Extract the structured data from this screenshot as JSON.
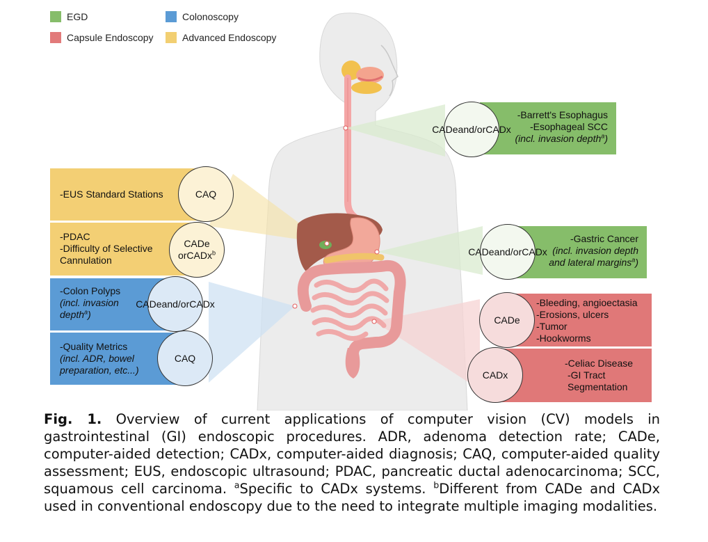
{
  "legend": [
    {
      "label": "EGD",
      "color": "#86bd6a"
    },
    {
      "label": "Colonoscopy",
      "color": "#5b9bd5"
    },
    {
      "label": "Capsule Endoscopy",
      "color": "#e27a7a"
    },
    {
      "label": "Advanced Endoscopy",
      "color": "#f2cf72"
    }
  ],
  "colors": {
    "egd": "#86bd6a",
    "colonoscopy": "#5b9bd5",
    "capsule": "#e07878",
    "advanced": "#f3cf74",
    "body": "#ebebeb"
  },
  "panels": {
    "esophagus": {
      "circle": [
        "CADe",
        "and/or",
        "CADx"
      ],
      "items": [
        "-Barrett's Esophagus",
        "-Esophageal SCC",
        "(incl. invasion depth",
        "a",
        ")"
      ]
    },
    "gastric": {
      "circle": [
        "CADe",
        "and/or",
        "CADx"
      ],
      "items": [
        "-Gastric Cancer",
        "(incl. invasion depth",
        "and lateral margins",
        "a",
        ")"
      ]
    },
    "eus": {
      "circle": "CAQ",
      "items": [
        "-EUS Standard Stations"
      ]
    },
    "pdac": {
      "circle": [
        "CADe or",
        "CADx",
        "b"
      ],
      "items": [
        "-PDAC",
        "-Difficulty of Selective",
        "Cannulation"
      ]
    },
    "polyps": {
      "circle": [
        "CADe",
        "and/or",
        "CADx"
      ],
      "items": [
        "-Colon Polyps",
        "(incl. invasion",
        "depth",
        "a",
        ")"
      ]
    },
    "quality": {
      "circle": "CAQ",
      "items": [
        "-Quality Metrics",
        "(incl. ADR, bowel",
        "preparation, etc...)"
      ]
    },
    "capsule_cade": {
      "circle": "CADe",
      "items": [
        "-Bleeding, angioectasia",
        "-Erosions, ulcers",
        "-Tumor",
        "-Hookworms"
      ]
    },
    "capsule_cadx": {
      "circle": "CADx",
      "items": [
        "-Celiac Disease",
        "-GI Tract",
        "Segmentation"
      ]
    }
  },
  "caption": {
    "label": "Fig. 1.",
    "text": "Overview of current applications of computer vision (CV) models in gastrointestinal (GI) endoscopic procedures. ADR, adenoma detection rate; CADe, computer-aided detection; CADx, computer-aided diagnosis; CAQ, computer-aided quality assessment; EUS, endoscopic ultrasound; PDAC, pancreatic ductal adenocarcinoma; SCC, squamous cell carcinoma.",
    "note_a_mark": "a",
    "note_a": "Specific to CADx systems.",
    "note_b_mark": "b",
    "note_b": "Different from CADe and CADx used in conventional endoscopy due to the need to integrate multiple imaging modalities."
  }
}
